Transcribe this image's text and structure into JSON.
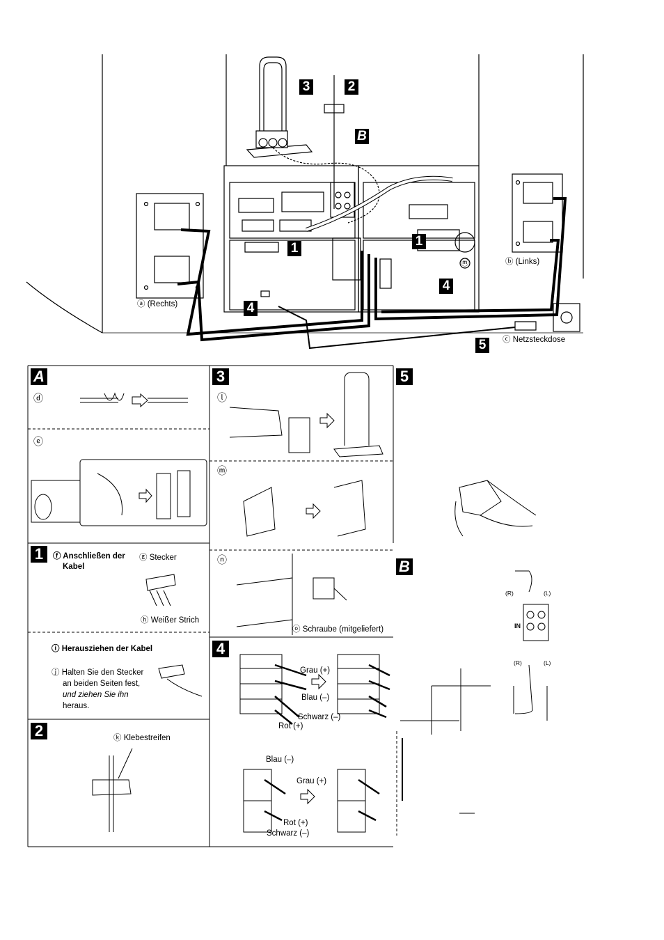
{
  "top": {
    "labels": {
      "rechts": "ⓐ (Rechts)",
      "links": "ⓑ (Links)",
      "netz": "ⓒ Netzsteckdose",
      "m": "ⓜ"
    },
    "badges": [
      "3",
      "2",
      "B",
      "1",
      "1",
      "4",
      "4",
      "5"
    ]
  },
  "panels": {
    "A": {
      "tag": "A",
      "d": "ⓓ",
      "e": "ⓔ"
    },
    "1": {
      "tag": "1",
      "f_title_line1": "ⓕ Anschließen der",
      "f_title_line2": "Kabel",
      "g": "ⓖ Stecker",
      "h": "ⓗ Weißer Strich",
      "i_title": "ⓘ Herausziehen der Kabel",
      "j_lines": [
        "ⓙ Halten Sie den Stecker",
        "an beiden Seiten fest,",
        "und ziehen Sie ihn",
        "heraus."
      ]
    },
    "2": {
      "tag": "2",
      "k": "ⓚ Klebestreifen"
    },
    "3": {
      "tag": "3",
      "l": "ⓛ",
      "m": "ⓜ",
      "n": "ⓝ",
      "o": "ⓞ Schraube (mitgeliefert)"
    },
    "4": {
      "tag": "4",
      "grau1": "Grau (+)",
      "blau1": "Blau (–)",
      "schwarz1": "Schwarz (–)",
      "rot1": "Rot (+)",
      "blau2": "Blau (–)",
      "grau2": "Grau (+)",
      "rot2": "Rot (+)",
      "schwarz2": "Schwarz (–)"
    },
    "5": {
      "tag": "5"
    },
    "B": {
      "tag": "B",
      "r1": "(R)",
      "l1": "(L)",
      "in": "IN",
      "r2": "(R)",
      "l2": "(L)"
    }
  }
}
